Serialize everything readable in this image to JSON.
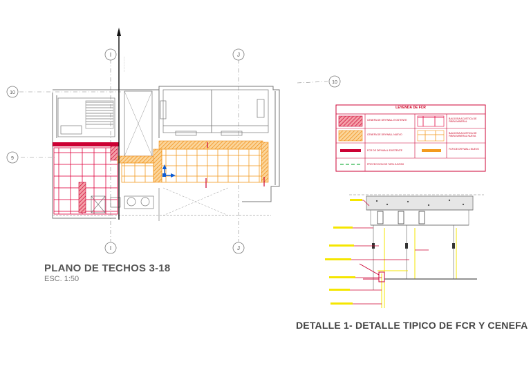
{
  "drawing": {
    "plan_title": "PLANO DE TECHOS 3-18",
    "plan_scale": "ESC. 1:50",
    "detail_title": "DETALLE 1- DETALLE TIPICO DE FCR Y CENEFA"
  },
  "grid_markers": [
    "I",
    "J",
    "10",
    "9"
  ],
  "legend": {
    "title": "LEYENDA DE FCR",
    "items": [
      "CENEFA DE DRYWALL EXISTENTE",
      "CENEFA DE DRYWALL NUEVO",
      "FCR DE DRYWALL EXISTENTE",
      "PROYECCION DE TAPA JUNTAS",
      "BALDOSA ACUSTICA DE FIBRA MINERAL",
      "BALDOSA ACUSTICA DE FIBRA MINERAL NUEVA",
      "FCR DE DRYWALL NUEVO"
    ]
  },
  "colors": {
    "existing_drywall": "#cc0033",
    "new_drywall": "#f39a1e",
    "tile_grid": "#e0003c",
    "detail_labels": "#f5e600",
    "line": "#777777"
  },
  "icons": [
    "north-arrow-icon",
    "axis-indicator-icon"
  ]
}
